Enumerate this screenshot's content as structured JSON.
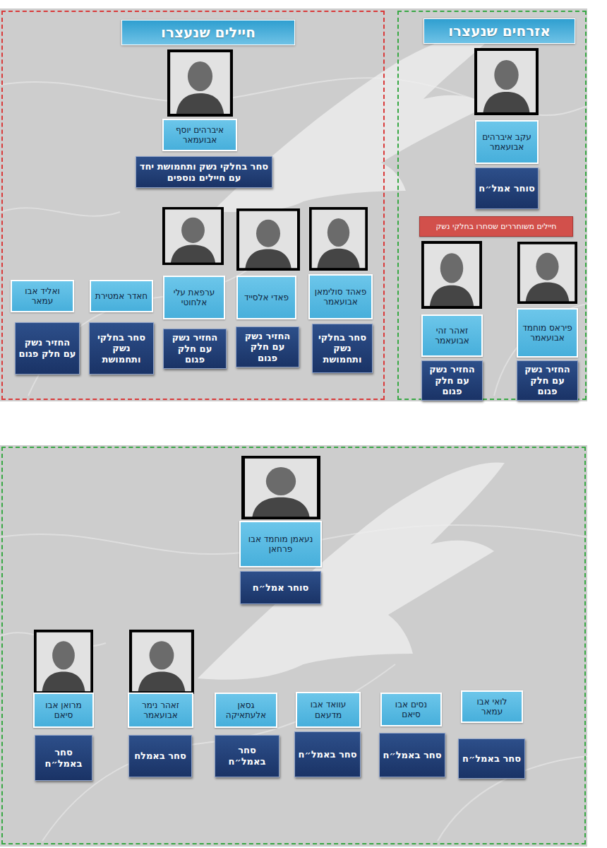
{
  "diagram": {
    "nodes": [
      {
        "text": [
          "אזרחים שנעצרו"
        ]
      },
      {
        "text": [
          "עקב איברהים אבועאמר"
        ],
        "in": 0
      },
      {
        "text": [
          "סוחר אמל״ח"
        ],
        "in": 0
      },
      {
        "text": [
          "חיילים משוחררים שסחרו בחלקי נשק"
        ],
        "in": 0
      },
      {
        "text": [
          "פיראס מוחמד אבועאמר"
        ],
        "in": 0
      },
      {
        "text": [
          "החזיר נשק עם חלק פגום"
        ],
        "in": 0
      },
      {
        "text": [
          "זאהר זהי אבועאמר"
        ],
        "in": 0
      },
      {
        "text": [
          "החזיר נשק עם חלק פגום"
        ],
        "in": 0
      },
      {
        "text": [
          "חיילים שנעצרו"
        ]
      },
      {
        "text": [
          "איברהים יוסף אבועמאר"
        ],
        "in": 8
      },
      {
        "text": [
          "סחר בחלקי נשק ותחמושת יחד עם חיילים נוספים"
        ],
        "in": 8
      },
      {
        "text": [
          "פאהד סולימאן אבועאמר"
        ],
        "in": 8
      },
      {
        "text": [
          "סחר בחלקי נשק ותחמושת"
        ],
        "in": 8
      },
      {
        "text": [
          "פאדי אלסייד"
        ],
        "in": 8
      },
      {
        "text": [
          "החזיר נשק עם חלק פגום"
        ],
        "in": 8
      },
      {
        "text": [
          "ערפאת עלי אלחוטי"
        ],
        "in": 8
      },
      {
        "text": [
          "החזיר נשק עם חלק פגום"
        ],
        "in": 8
      },
      {
        "text": [
          "חאדר אמטירת"
        ],
        "in": 8
      },
      {
        "text": [
          "סחר בחלקי נשק ותחמושת"
        ],
        "in": 8
      },
      {
        "text": [
          "ואליד אבו עמאר"
        ],
        "in": 8
      },
      {
        "text": [
          "החזיר נשק עם חלק פגום"
        ],
        "in": 8
      },
      {
        "text": []
      },
      {
        "text": [
          "נעאמן מוחמד אבו פרחאן"
        ],
        "in": 21
      },
      {
        "text": [
          "סוחר אמל״ח"
        ],
        "in": 21
      },
      {
        "text": [
          "לואי אבו עמאר"
        ],
        "in": 21
      },
      {
        "text": [
          "סחר באמל״ח"
        ],
        "in": 21
      },
      {
        "text": [
          "נסים אבו סיאם"
        ],
        "in": 21
      },
      {
        "text": [
          "סחר באמל״ח"
        ],
        "in": 21
      },
      {
        "text": [
          "עוואד אבו מדעאם"
        ],
        "in": 21
      },
      {
        "text": [
          "סחר באמל״ח"
        ],
        "in": 21
      },
      {
        "text": [
          "גסאן אלעתאיקה"
        ],
        "in": 21
      },
      {
        "text": [
          "סחר באמל״ח"
        ],
        "in": 21
      },
      {
        "text": [
          "זאהר נימר אבועאמר"
        ],
        "in": 21
      },
      {
        "text": [
          "סחר באמלח"
        ],
        "in": 21
      },
      {
        "text": [
          "מרואן אבו סיאם"
        ],
        "in": 21
      },
      {
        "text": [
          "סחר באמל״ח"
        ],
        "in": 21
      }
    ]
  }
}
